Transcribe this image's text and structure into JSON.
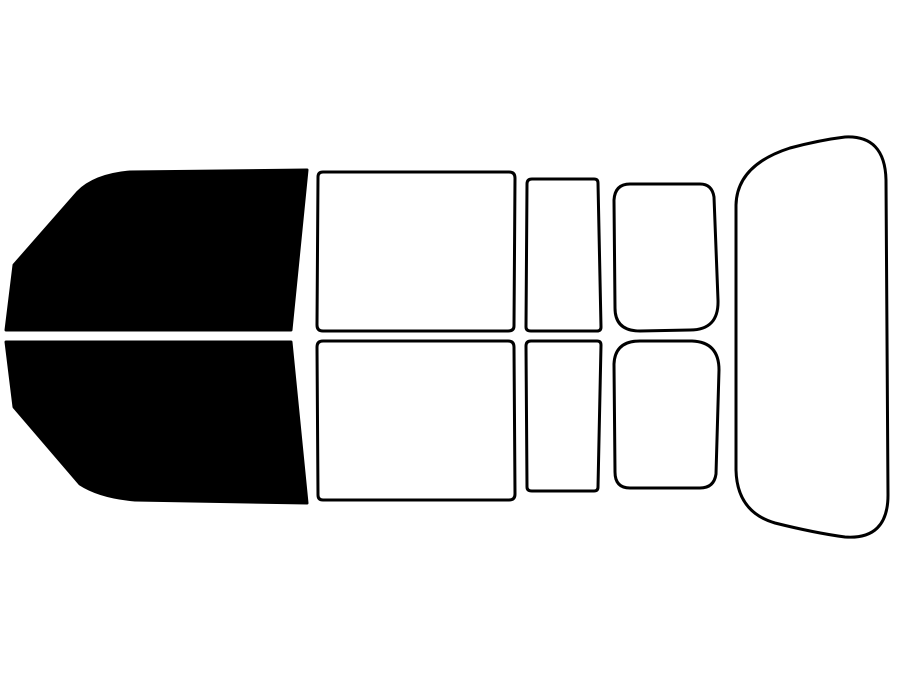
{
  "colors": {
    "background": "#ffffff",
    "outline": "#000000",
    "tinted": "#000000",
    "untinted": "#ffffff"
  },
  "panels": [
    {
      "id": "front-door-upper",
      "tinted": true
    },
    {
      "id": "front-door-lower",
      "tinted": true
    },
    {
      "id": "rear-door-upper",
      "tinted": false
    },
    {
      "id": "rear-door-lower",
      "tinted": false
    },
    {
      "id": "quarter-window-upper",
      "tinted": false
    },
    {
      "id": "quarter-window-lower",
      "tinted": false
    },
    {
      "id": "vent-window-upper",
      "tinted": false
    },
    {
      "id": "vent-window-lower",
      "tinted": false
    },
    {
      "id": "rear-windshield",
      "tinted": false
    }
  ]
}
